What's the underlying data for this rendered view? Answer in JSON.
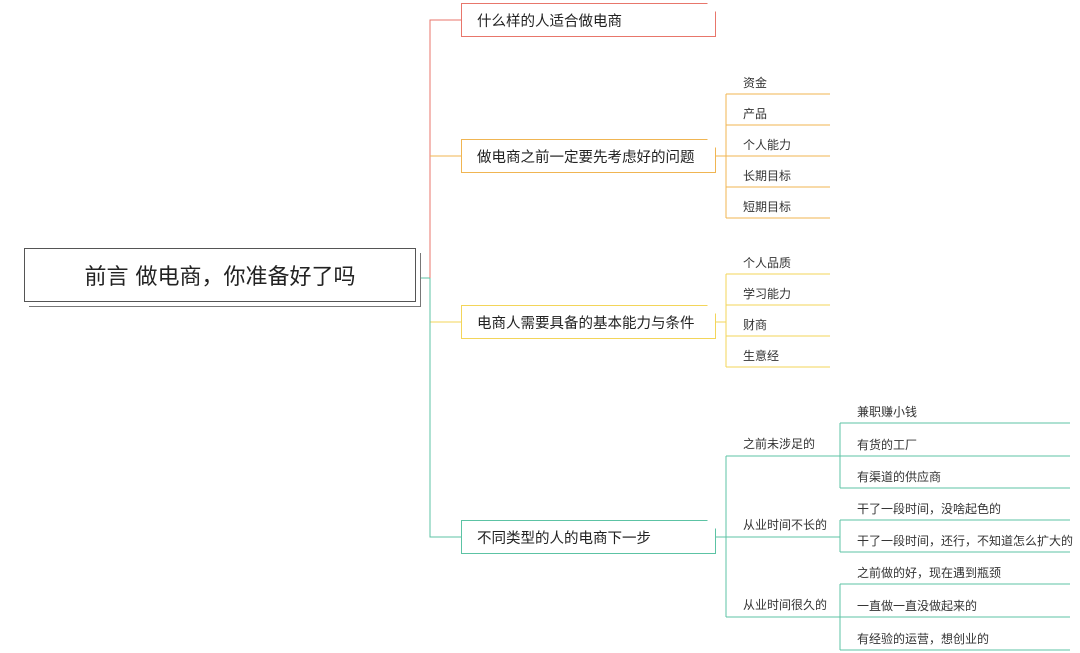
{
  "root": {
    "label": "前言 做电商，你准备好了吗"
  },
  "colors": {
    "branch1": "#e8766b",
    "branch2": "#f0b552",
    "branch3": "#f3d55a",
    "branch4": "#5cc3a4"
  },
  "branches": [
    {
      "label": "什么样的人适合做电商",
      "children": []
    },
    {
      "label": "做电商之前一定要先考虑好的问题",
      "children": [
        {
          "label": "资金"
        },
        {
          "label": "产品"
        },
        {
          "label": "个人能力"
        },
        {
          "label": "长期目标"
        },
        {
          "label": "短期目标"
        }
      ]
    },
    {
      "label": "电商人需要具备的基本能力与条件",
      "children": [
        {
          "label": "个人品质"
        },
        {
          "label": "学习能力"
        },
        {
          "label": "财商"
        },
        {
          "label": "生意经"
        }
      ]
    },
    {
      "label": "不同类型的人的电商下一步",
      "children": [
        {
          "label": "之前未涉足的",
          "children": [
            {
              "label": "兼职赚小钱"
            },
            {
              "label": "有货的工厂"
            },
            {
              "label": "有渠道的供应商"
            }
          ]
        },
        {
          "label": "从业时间不长的",
          "children": [
            {
              "label": "干了一段时间，没啥起色的"
            },
            {
              "label": "干了一段时间，还行，不知道怎么扩大的"
            }
          ]
        },
        {
          "label": "从业时间很久的",
          "children": [
            {
              "label": "之前做的好，现在遇到瓶颈"
            },
            {
              "label": "一直做一直没做起来的"
            },
            {
              "label": "有经验的运营，想创业的"
            }
          ]
        }
      ]
    }
  ]
}
